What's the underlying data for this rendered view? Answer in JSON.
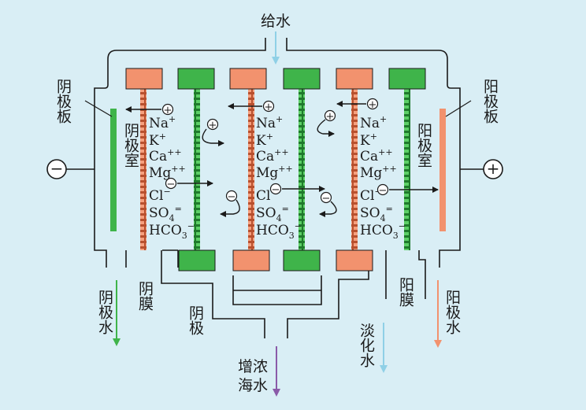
{
  "labels": {
    "feed_water": "给水",
    "cathode_plate_v": "阴极板",
    "anode_plate_v": "阳极板",
    "cathode_chamber_v": "阴极室",
    "anode_chamber_v": "阳极室",
    "cathode_water_v": "阴极水",
    "anode_water_v": "阳极水",
    "cation_membrane_v": "阴膜",
    "anion_membrane_v": "阳膜",
    "cathode_v": "阴极",
    "fresh_water_v": "淡化水",
    "brine_line1": "增浓",
    "brine_line2": "海水",
    "minus_sign": "−",
    "plus_sign": "+"
  },
  "ions": {
    "na": "Na",
    "na_charge": "+",
    "k": "K",
    "k_charge": "+",
    "ca": "Ca",
    "ca_charge": "++",
    "mg": "Mg",
    "mg_charge": "++",
    "cl": "Cl",
    "cl_charge": "−",
    "so4": "SO",
    "so4_sub": "4",
    "so4_charge": "=",
    "hco3": "HCO",
    "hco3_sub": "3",
    "hco3_charge": "−"
  },
  "colors": {
    "background": "#d9eef5",
    "cathode_green": "#3fb44a",
    "anode_orange": "#f2926e",
    "line": "#1a1a1a",
    "feed_arrow": "#8fd0e6",
    "brine_arrow": "#8a5aa8",
    "anode_water_arrow": "#f2926e",
    "cathode_water_arrow": "#3fb44a"
  }
}
